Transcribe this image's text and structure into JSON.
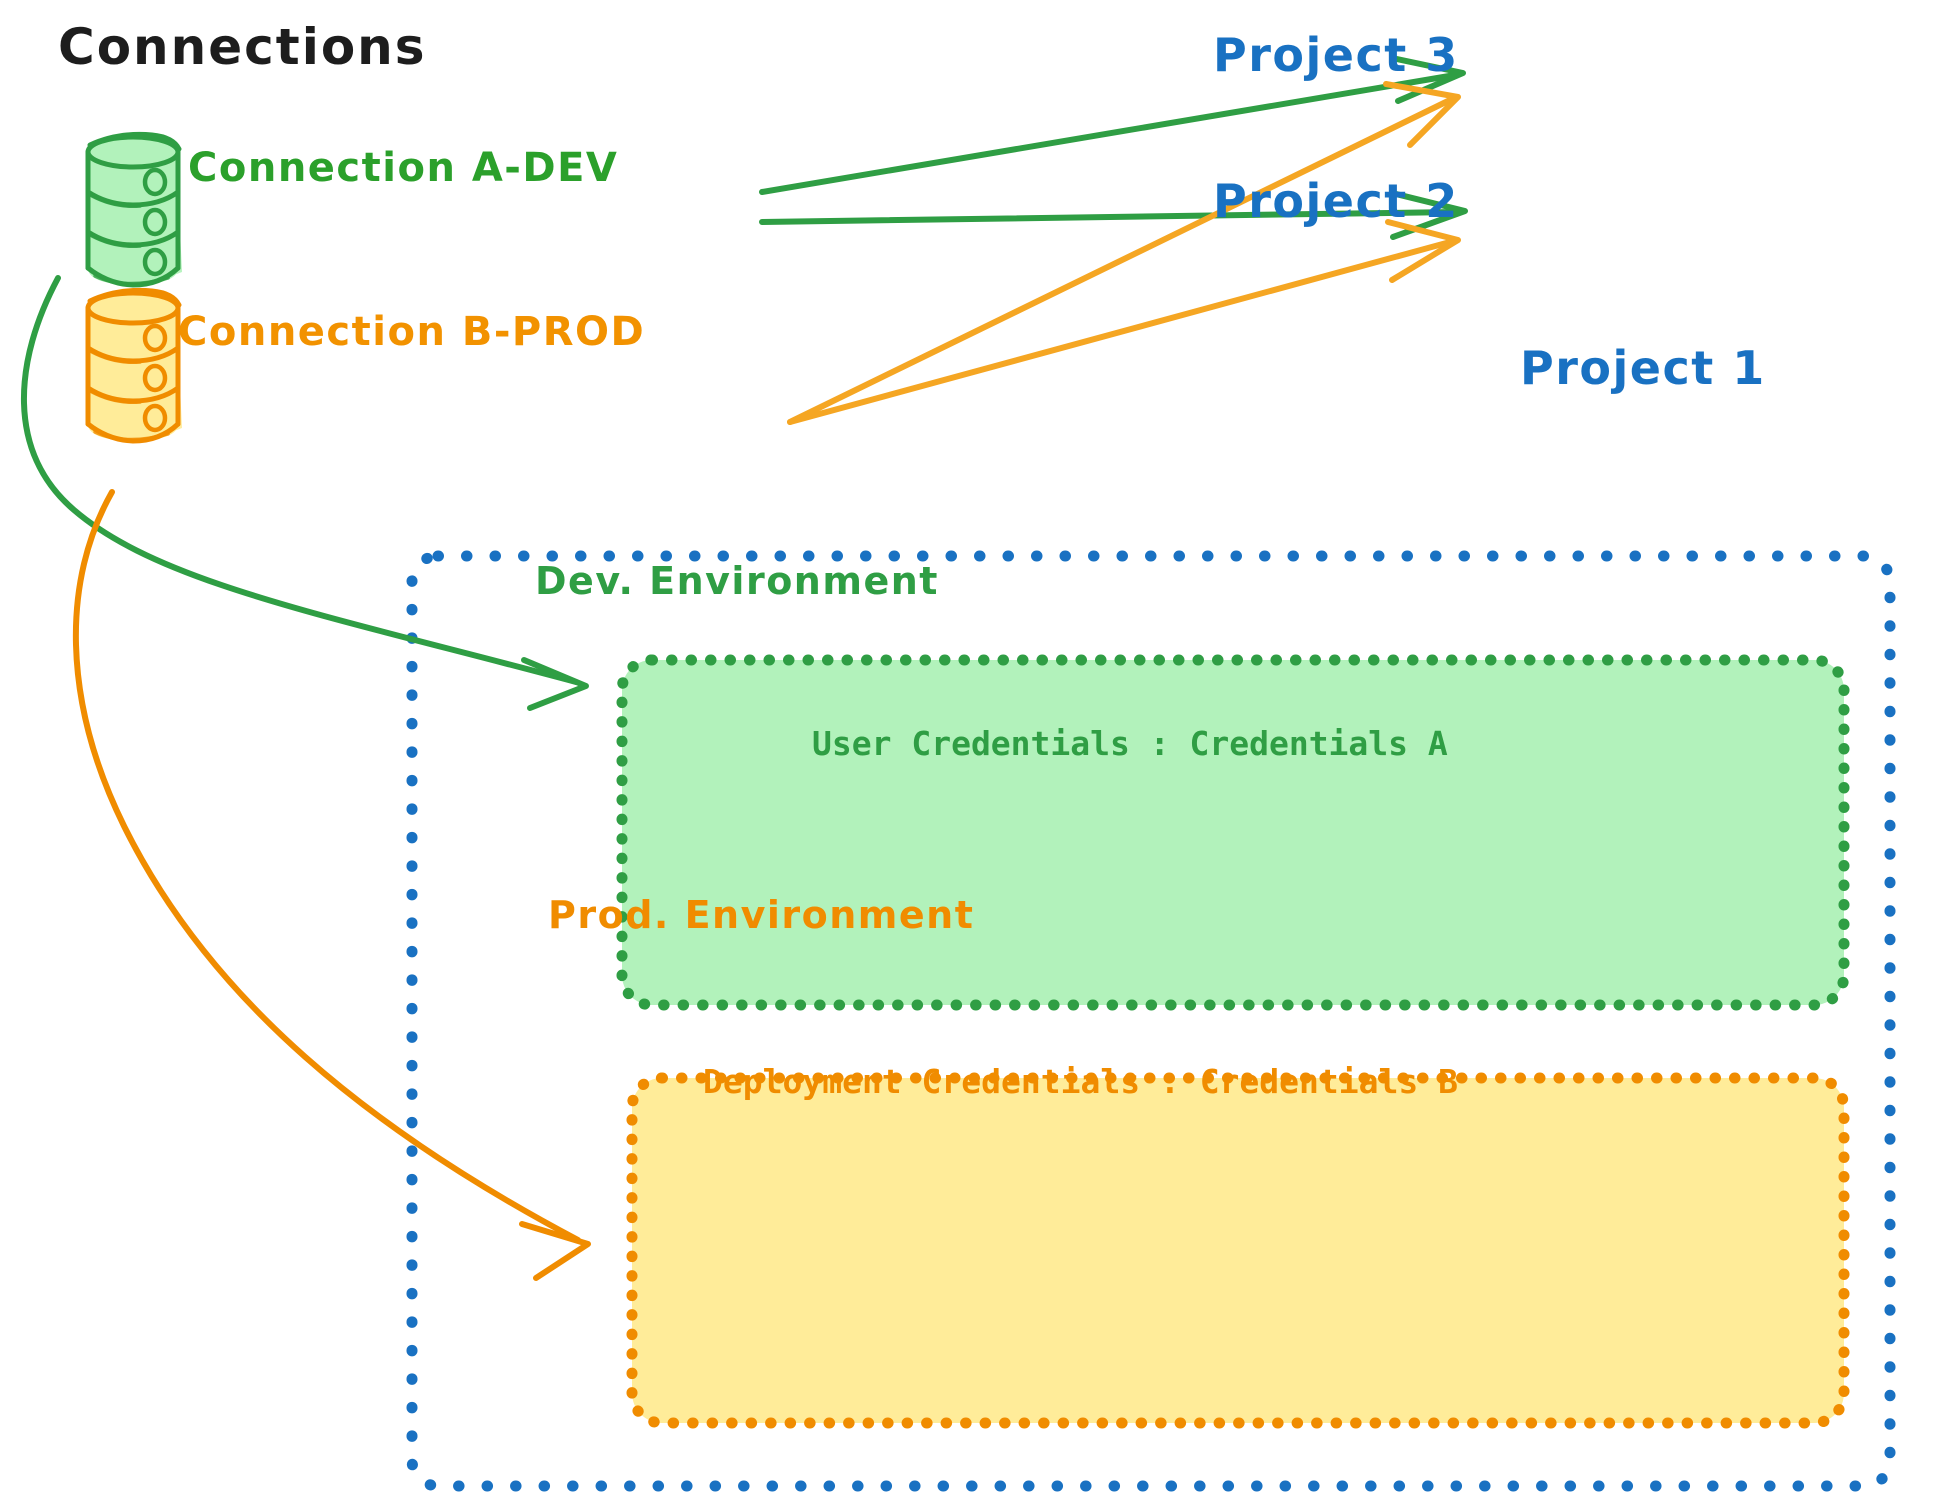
{
  "diagram": {
    "title": "Connections",
    "background": "#ffffff",
    "colors": {
      "green_stroke": "#2f9e44",
      "green_text": "#2ba02b",
      "green_fill": "#b2f2bb",
      "orange_stroke": "#f08c00",
      "orange_text": "#f29200",
      "orange_fill": "#ffec99",
      "blue": "#1971c2",
      "black": "#1d1d1d"
    }
  },
  "connections": {
    "heading": "Connections",
    "items": [
      {
        "id": "connection-a-dev",
        "label": "Connection A-DEV",
        "color": "#2ba02b",
        "icon": "database-cylinder-icon"
      },
      {
        "id": "connection-b-prod",
        "label": "Connection B-PROD",
        "color": "#f29200",
        "icon": "database-cylinder-icon"
      }
    ]
  },
  "projects": [
    {
      "id": "project-3",
      "label": "Project 3",
      "color": "#1971c2"
    },
    {
      "id": "project-2",
      "label": "Project 2",
      "color": "#1971c2"
    },
    {
      "id": "project-1",
      "label": "Project 1",
      "color": "#1971c2"
    }
  ],
  "project_1_container": {
    "label": "Project 1",
    "border_style": "dotted",
    "border_color": "#1971c2",
    "environments": [
      {
        "id": "dev-environment",
        "title": "Dev. Environment",
        "border_color": "#2f9e44",
        "fill": "#b2f2bb",
        "credential_key": "User Credentials",
        "credential_separator": ":",
        "credential_value": "Credentials A",
        "credential_line": "User Credentials : Credentials A"
      },
      {
        "id": "prod-environment",
        "title": "Prod. Environment",
        "border_color": "#f08c00",
        "fill": "#ffec99",
        "credential_key": "Deployment Credentials",
        "credential_separator": ":",
        "credential_value": "Credentials B",
        "credential_line": "Deployment Credentials : Credentials B"
      }
    ]
  },
  "edges": [
    {
      "id": "edge-a-dev-to-project-3",
      "from": "connection-a-dev",
      "to": "project-3",
      "color": "#2f9e44"
    },
    {
      "id": "edge-a-dev-to-project-2",
      "from": "connection-a-dev",
      "to": "project-2",
      "color": "#2f9e44"
    },
    {
      "id": "edge-a-dev-to-dev-environment",
      "from": "connection-a-dev",
      "to": "dev-environment",
      "color": "#2f9e44"
    },
    {
      "id": "edge-b-prod-to-project-3",
      "from": "connection-b-prod",
      "to": "project-3",
      "color": "#f08c00"
    },
    {
      "id": "edge-b-prod-to-project-2",
      "from": "connection-b-prod",
      "to": "project-2",
      "color": "#f08c00"
    },
    {
      "id": "edge-b-prod-to-prod-environment",
      "from": "connection-b-prod",
      "to": "prod-environment",
      "color": "#f08c00"
    }
  ]
}
